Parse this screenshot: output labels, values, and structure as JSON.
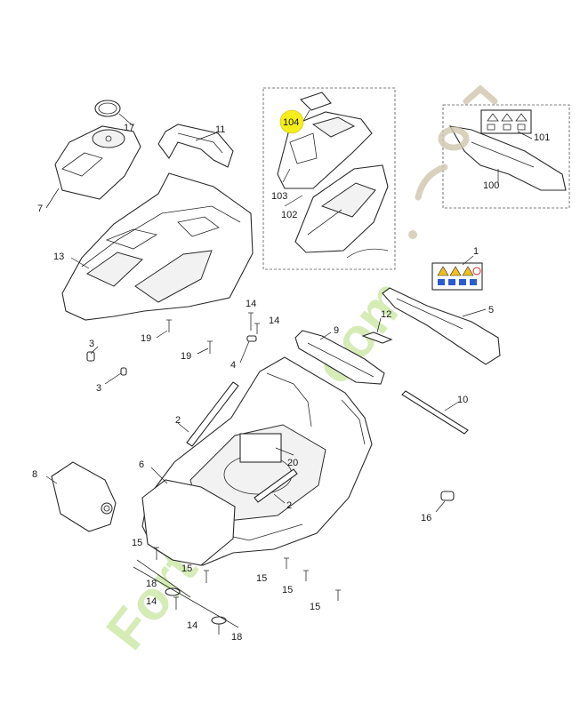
{
  "labels": {
    "p1": "1",
    "p2a": "2",
    "p2b": "2",
    "p3a": "3",
    "p3b": "3",
    "p4": "4",
    "p5": "5",
    "p6": "6",
    "p7": "7",
    "p8": "8",
    "p9": "9",
    "p10": "10",
    "p11": "11",
    "p12": "12",
    "p13": "13",
    "p14a": "14",
    "p14b": "14",
    "p14c": "14",
    "p14d": "14",
    "p15a": "15",
    "p15b": "15",
    "p15c": "15",
    "p15d": "15",
    "p15e": "15",
    "p16": "16",
    "p17": "17",
    "p18a": "18",
    "p18b": "18",
    "p19a": "19",
    "p19b": "19",
    "p20": "20",
    "p100": "100",
    "p101": "101",
    "p102": "102",
    "p103": "103",
    "p104": "104"
  },
  "highlight": {
    "color": "#f5ee1a",
    "part": "104"
  },
  "watermark": {
    "text": "Fortenjardin.com",
    "color": "#c8e6a0",
    "dot_color": "#cfc6ad"
  },
  "colors": {
    "line": "#2a2a2a",
    "background": "#ffffff"
  }
}
